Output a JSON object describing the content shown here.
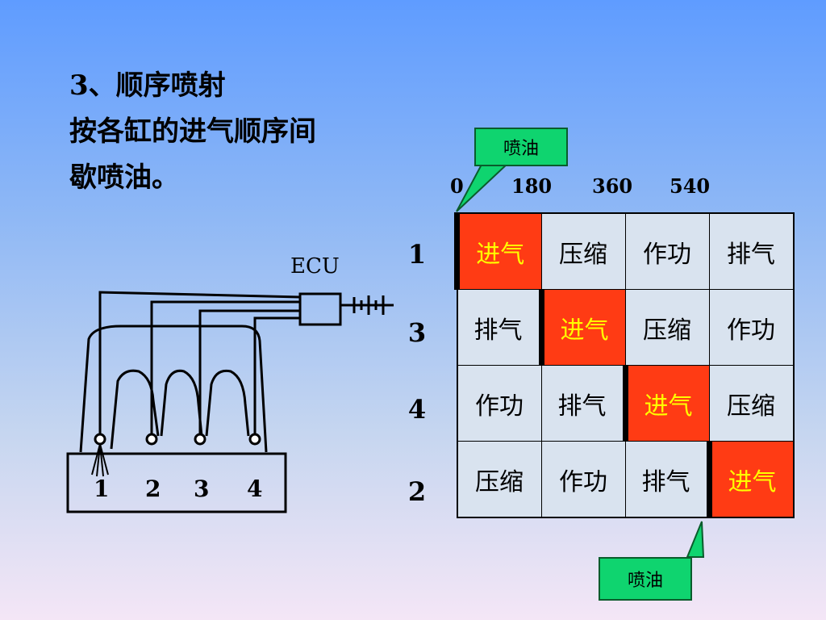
{
  "heading": {
    "line1": "3、顺序喷射",
    "line2": "按各缸的进气顺序间",
    "line3": "歇喷油。"
  },
  "schematic": {
    "ecu_label": "ECU",
    "cylinder_numbers": [
      "1",
      "2",
      "3",
      "4"
    ]
  },
  "timing_table": {
    "crank_angles": [
      "0",
      "180",
      "360",
      "540"
    ],
    "firing_order_labels": [
      "1",
      "3",
      "4",
      "2"
    ],
    "rows": [
      {
        "cylinder": "1",
        "strokes": [
          "进气",
          "压缩",
          "作功",
          "排气"
        ],
        "intake_index": 0
      },
      {
        "cylinder": "3",
        "strokes": [
          "排气",
          "进气",
          "压缩",
          "作功"
        ],
        "intake_index": 1
      },
      {
        "cylinder": "4",
        "strokes": [
          "作功",
          "排气",
          "进气",
          "压缩"
        ],
        "intake_index": 2
      },
      {
        "cylinder": "2",
        "strokes": [
          "压缩",
          "作功",
          "排气",
          "进气"
        ],
        "intake_index": 3
      }
    ]
  },
  "callouts": {
    "top": "喷油",
    "bottom": "喷油"
  },
  "colors": {
    "intake_fill": "#ff3b14",
    "intake_text": "#ffff00",
    "cell_fill": "#d9e3ef",
    "callout_fill": "#0fd46f"
  }
}
